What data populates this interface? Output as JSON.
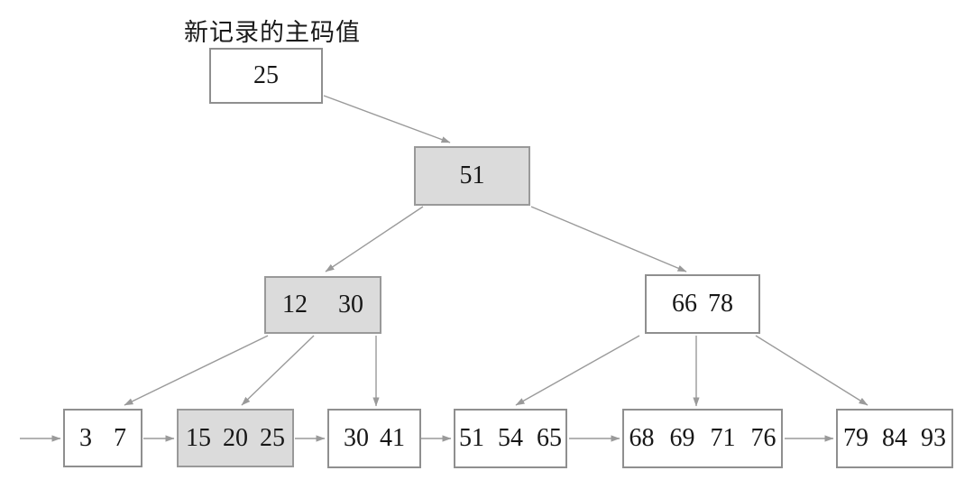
{
  "diagram": {
    "label": "新记录的主码值",
    "new_record": {
      "value": "25"
    },
    "tree": {
      "root": {
        "keys": [
          "51"
        ],
        "highlighted": true
      },
      "internal_left": {
        "keys": [
          "12",
          "30"
        ],
        "highlighted": true
      },
      "internal_right": {
        "keys": [
          "66",
          "78"
        ],
        "highlighted": false
      },
      "leaves": [
        {
          "keys": [
            "3",
            "7"
          ],
          "highlighted": false
        },
        {
          "keys": [
            "15",
            "20",
            "25"
          ],
          "highlighted": true
        },
        {
          "keys": [
            "30",
            "41"
          ],
          "highlighted": false
        },
        {
          "keys": [
            "51",
            "54",
            "65"
          ],
          "highlighted": false
        },
        {
          "keys": [
            "68",
            "69",
            "71",
            "76"
          ],
          "highlighted": false
        },
        {
          "keys": [
            "79",
            "84",
            "93"
          ],
          "highlighted": false
        }
      ]
    },
    "colors": {
      "highlight_fill": "#dbdbdb",
      "box_border": "#8f8f8f",
      "arrow": "#9a9a9a",
      "text": "#161616"
    }
  }
}
